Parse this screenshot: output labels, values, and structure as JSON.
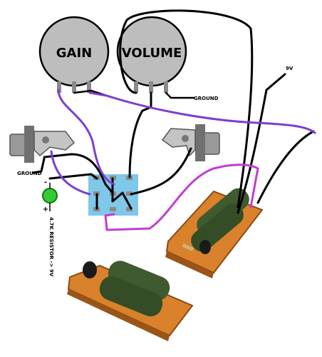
{
  "labels": {
    "gain": "GAIN",
    "volume": "VOLUME",
    "ground_vol": "GROUND",
    "ground_jack": "GROUND",
    "nine_v": "9V",
    "led_plus": "+",
    "led_minus": "-",
    "resistor": "4.7K RESISTOR -> 9V"
  },
  "colors": {
    "pot_body": "#bdbdbd",
    "switch": "#7fc8ea",
    "board": "#d9822b",
    "capacitor": "#3f5a2f",
    "led": "#33cc33",
    "wire_black": "#000000",
    "wire_purple": "#7a3fd0",
    "wire_magenta": "#c13cd4"
  }
}
